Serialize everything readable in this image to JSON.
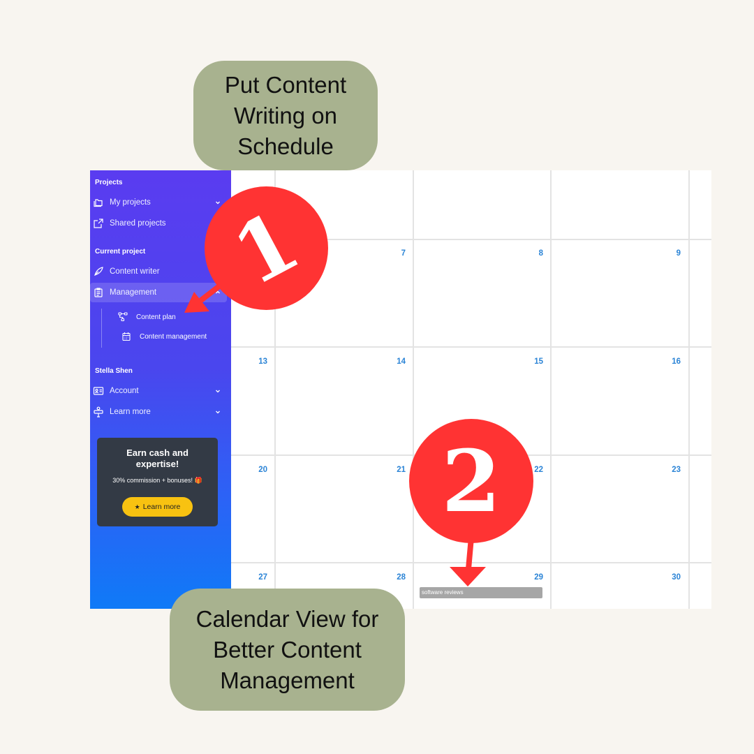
{
  "callouts": {
    "top": "Put Content Writing on Schedule",
    "bottom": "Calendar View for Better Content Management"
  },
  "badges": {
    "one": "1",
    "two": "2"
  },
  "sidebar": {
    "projects_title": "Projects",
    "my_projects": "My projects",
    "shared_projects": "Shared projects",
    "current_project_title": "Current project",
    "content_writer": "Content writer",
    "management": "Management",
    "content_plan": "Content plan",
    "content_management": "Content management",
    "user_title": "Stella Shen",
    "account": "Account",
    "learn_more": "Learn more"
  },
  "promo": {
    "title": "Earn cash and expertise!",
    "subtitle": "30% commission + bonuses! 🎁",
    "button": "Learn more"
  },
  "calendar": {
    "weeks": [
      [
        "",
        "",
        "",
        ""
      ],
      [
        "",
        "7",
        "8",
        "9"
      ],
      [
        "13",
        "14",
        "15",
        "16"
      ],
      [
        "20",
        "21",
        "22",
        "23"
      ],
      [
        "27",
        "28",
        "29",
        "30"
      ]
    ],
    "event": "software reviews"
  },
  "colors": {
    "accent_red": "#ff3333",
    "callout_green": "#a8b28f",
    "day_blue": "#2b84d6",
    "promo_yellow": "#f8c211"
  }
}
